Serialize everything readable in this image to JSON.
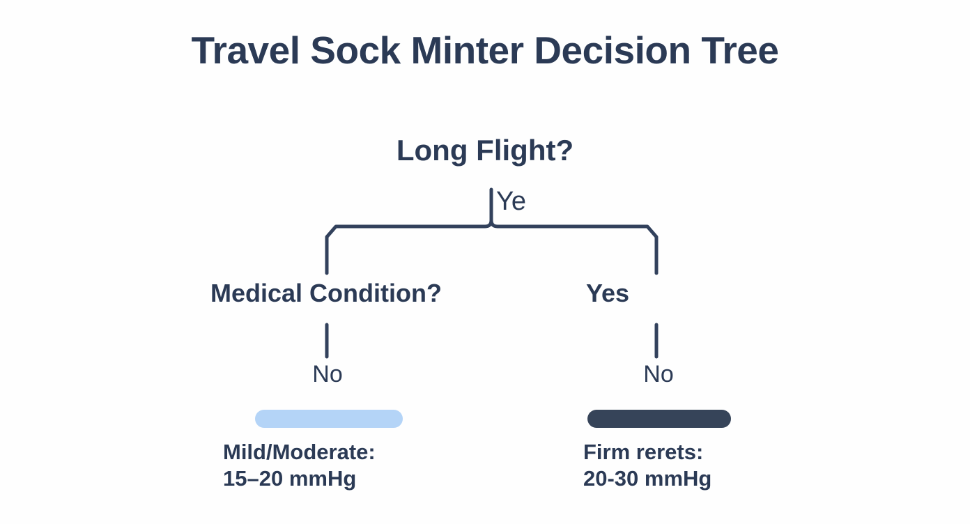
{
  "title": "Travel Sock Minter Decision Tree",
  "colors": {
    "background": "#fefefe",
    "ink": "#2b3a55",
    "connector": "#32415c",
    "pill_light": "#b4d4f7",
    "pill_dark": "#364459"
  },
  "tree": {
    "root": {
      "label": "Long Flight?",
      "edge_label": "Ye"
    },
    "children": [
      {
        "label": "Medical Condition?",
        "edge_label": "No",
        "leaf": {
          "pill_color": "#b4d4f7",
          "line1": "Mild/Moderate:",
          "line2": "15–20 mmHg"
        }
      },
      {
        "label": "Yes",
        "edge_label": "No",
        "leaf": {
          "pill_color": "#364459",
          "line1": "Firm rerets:",
          "line2": "20-30 mmHg"
        }
      }
    ]
  }
}
